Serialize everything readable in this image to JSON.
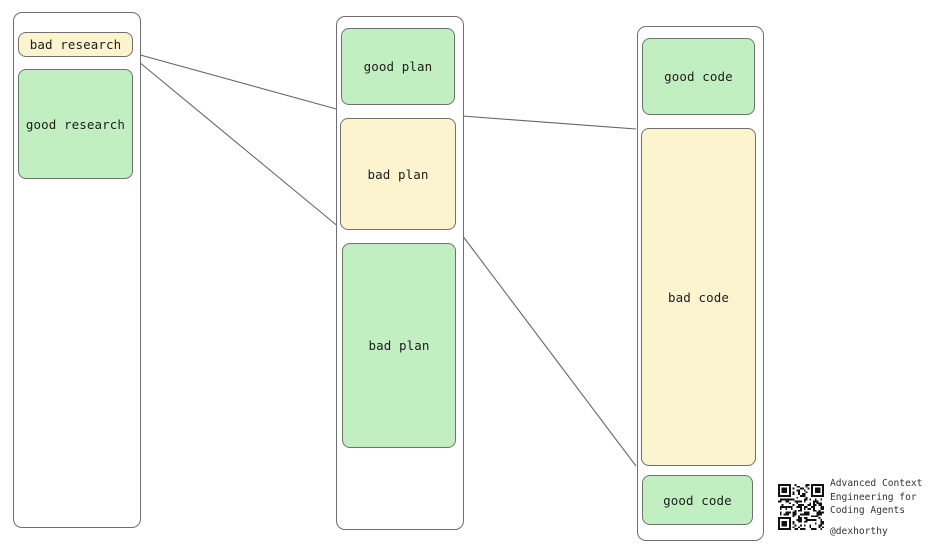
{
  "columns": {
    "research": {
      "top_box": {
        "label": "bad research",
        "status": "bad"
      },
      "main_box": {
        "label": "good research",
        "status": "good"
      }
    },
    "plan": {
      "box1": {
        "label": "good plan",
        "status": "good"
      },
      "box2": {
        "label": "bad plan",
        "status": "bad"
      },
      "box3": {
        "label": "bad plan",
        "status": "good"
      }
    },
    "code": {
      "box1": {
        "label": "good code",
        "status": "good"
      },
      "box2": {
        "label": "bad code",
        "status": "bad"
      },
      "box3": {
        "label": "good code",
        "status": "good"
      }
    }
  },
  "credit": {
    "line1": "Advanced Context",
    "line2": "Engineering for",
    "line3": "Coding Agents",
    "handle": "@dexhorthy"
  },
  "colors": {
    "good_fill": "#c1efc2",
    "bad_fill": "#fcf3cf",
    "stroke": "#6f6f6f",
    "connector": "#666666"
  }
}
